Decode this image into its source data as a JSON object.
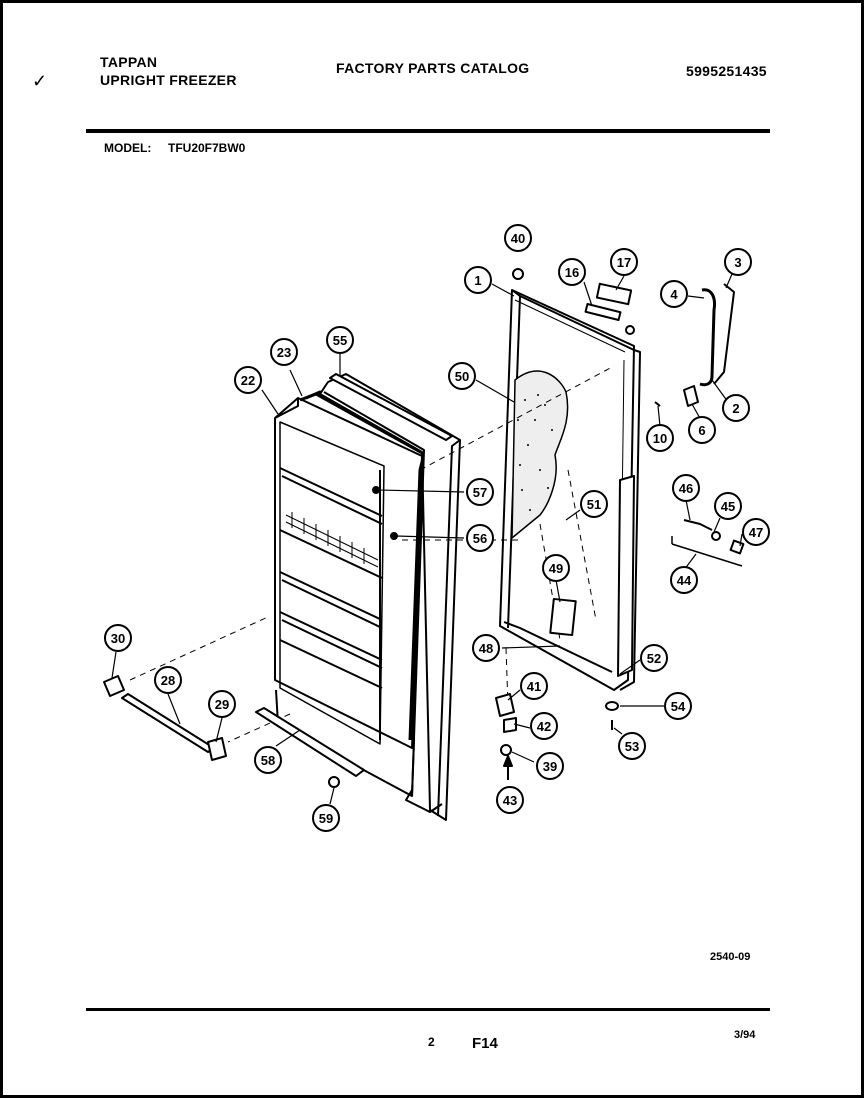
{
  "header": {
    "brand": "TAPPAN",
    "product": "UPRIGHT FREEZER",
    "catalog": "FACTORY PARTS CATALOG",
    "catalog_number": "5995251435",
    "check_mark": "✓",
    "model_label": "MODEL:",
    "model_number": "TFU20F7BW0"
  },
  "diagram": {
    "drawing_number": "2540-09",
    "callouts": [
      {
        "id": "c40",
        "label": "40"
      },
      {
        "id": "c1",
        "label": "1"
      },
      {
        "id": "c16",
        "label": "16"
      },
      {
        "id": "c17",
        "label": "17"
      },
      {
        "id": "c3",
        "label": "3"
      },
      {
        "id": "c4",
        "label": "4"
      },
      {
        "id": "c2",
        "label": "2"
      },
      {
        "id": "c6",
        "label": "6"
      },
      {
        "id": "c10",
        "label": "10"
      },
      {
        "id": "c55",
        "label": "55"
      },
      {
        "id": "c23",
        "label": "23"
      },
      {
        "id": "c22",
        "label": "22"
      },
      {
        "id": "c50",
        "label": "50"
      },
      {
        "id": "c57",
        "label": "57"
      },
      {
        "id": "c56",
        "label": "56"
      },
      {
        "id": "c51",
        "label": "51"
      },
      {
        "id": "c46",
        "label": "46"
      },
      {
        "id": "c45",
        "label": "45"
      },
      {
        "id": "c47",
        "label": "47"
      },
      {
        "id": "c44",
        "label": "44"
      },
      {
        "id": "c49",
        "label": "49"
      },
      {
        "id": "c30",
        "label": "30"
      },
      {
        "id": "c28",
        "label": "28"
      },
      {
        "id": "c29",
        "label": "29"
      },
      {
        "id": "c48",
        "label": "48"
      },
      {
        "id": "c52",
        "label": "52"
      },
      {
        "id": "c41",
        "label": "41"
      },
      {
        "id": "c42",
        "label": "42"
      },
      {
        "id": "c54",
        "label": "54"
      },
      {
        "id": "c53",
        "label": "53"
      },
      {
        "id": "c39",
        "label": "39"
      },
      {
        "id": "c43",
        "label": "43"
      },
      {
        "id": "c58",
        "label": "58"
      },
      {
        "id": "c59",
        "label": "59"
      }
    ]
  },
  "footer": {
    "page": "2",
    "figure": "F14",
    "date": "3/94"
  }
}
